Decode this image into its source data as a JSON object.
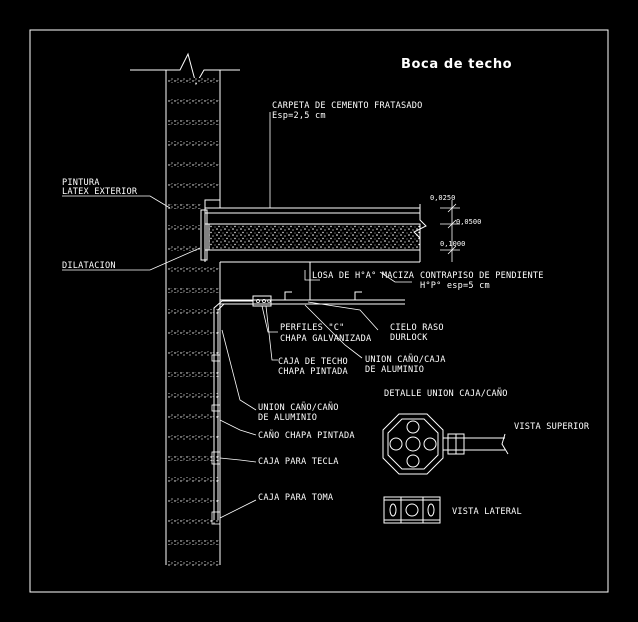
{
  "title": "Boca de techo",
  "labels": {
    "carpeta": "CARPETA DE CEMENTO FRATASADO",
    "carpeta_esp": "Esp=2,5 cm",
    "pintura": "PINTURA",
    "pintura2": "LATEX EXTERIOR",
    "dilatacion": "DILATACION",
    "losa": "LOSA DE H°A° MACIZA",
    "contrapiso": "CONTRAPISO DE PENDIENTE",
    "contrapiso_esp": "H°P° esp=5 cm",
    "perfiles": "PERFILES \"C\"",
    "chapa_galv": "CHAPA GALVANIZADA",
    "cielo": "CIELO RASO",
    "durlock": "DURLOCK",
    "caja_techo": "CAJA DE TECHO",
    "chapa_pintada": "CHAPA PINTADA",
    "union_cano_caja": "UNION CAÑO/CAJA",
    "de_aluminio_1": "DE ALUMINIO",
    "union_cano_cano": "UNION CAÑO/CAÑO",
    "de_aluminio_2": "DE ALUMINIO",
    "cano_chapa": "CAÑO CHAPA PINTADA",
    "caja_tecla": "CAJA PARA TECLA",
    "caja_toma": "CAJA PARA TOMA",
    "detalle": "DETALLE UNION CAJA/CAÑO",
    "vista_superior": "VISTA SUPERIOR",
    "vista_lateral": "VISTA LATERAL"
  },
  "dimensions": {
    "d1": "0,0250",
    "d2": "0,0500",
    "d3": "0,1000"
  },
  "colors": {
    "background": "#000000",
    "lines": "#ffffff"
  }
}
